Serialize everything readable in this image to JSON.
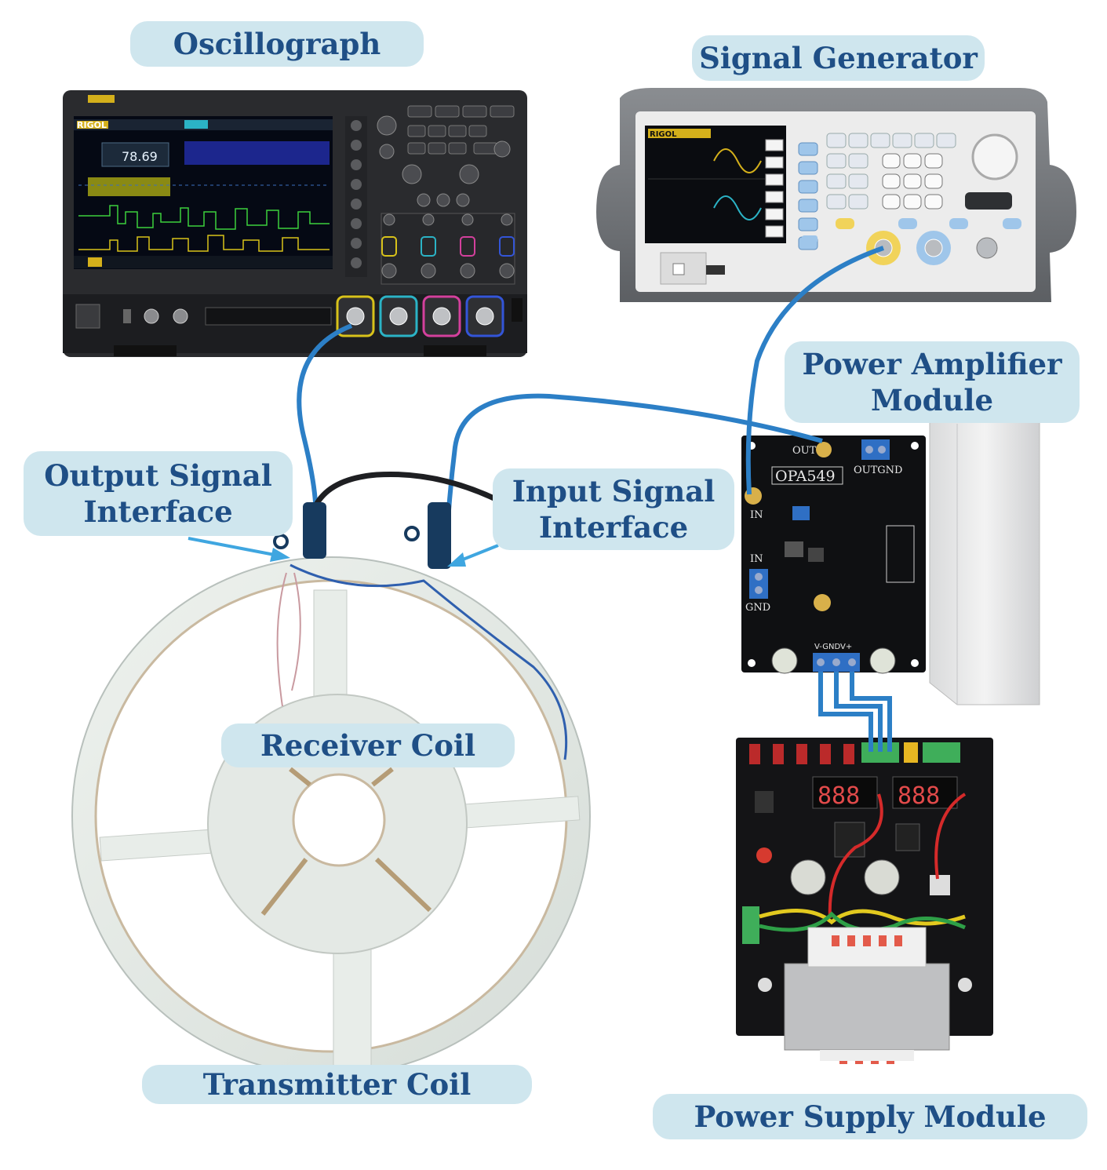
{
  "labels": {
    "oscillograph": "Oscillograph",
    "signal_generator": "Signal Generator",
    "power_amplifier": "Power Amplifier\nModule",
    "output_signal": "Output Signal\nInterface",
    "input_signal": "Input Signal\nInterface",
    "receiver_coil": "Receiver Coil",
    "transmitter_coil": "Transmitter Coil",
    "power_supply": "Power Supply Module"
  },
  "device_text": {
    "osc_brand": "RIGOL",
    "osc_readout": "78.69",
    "sg_brand": "RIGOL",
    "amp_chip": "OPA549",
    "amp_out": "OUT",
    "amp_outgnd": "OUTGND",
    "amp_in": "IN",
    "amp_in2": "IN",
    "amp_gnd": "GND",
    "amp_supply": "V-GNDV+",
    "ps_display_left": "888",
    "ps_display_right": "888"
  },
  "colors": {
    "label_bg": "#cfe6ee",
    "label_text": "#1f4f86",
    "cable_blue": "#2c7fc6",
    "arrow": "#3fa6e0"
  }
}
